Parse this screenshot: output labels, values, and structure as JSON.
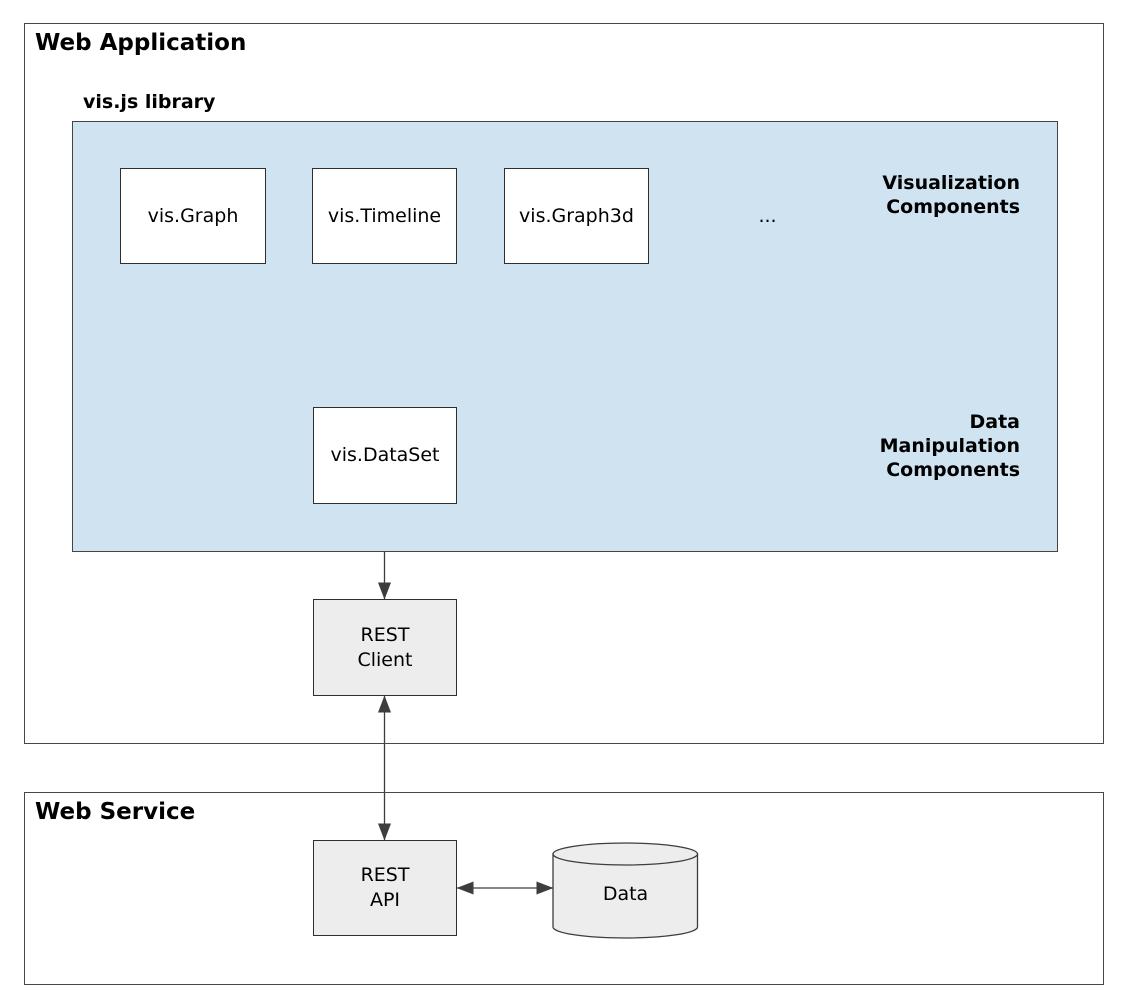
{
  "titles": {
    "web_application": "Web Application",
    "vis_library": "vis.js library",
    "web_service": "Web Service"
  },
  "section_labels": {
    "visualization": "Visualization\nComponents",
    "data_manipulation": "Data\nManipulation\nComponents"
  },
  "nodes": {
    "vis_graph": "vis.Graph",
    "vis_timeline": "vis.Timeline",
    "vis_graph3d": "vis.Graph3d",
    "more": "...",
    "dataset": "vis.DataSet",
    "rest_client": "REST\nClient",
    "rest_api": "REST\nAPI",
    "data_store": "Data"
  },
  "connectors": [
    {
      "from": "vis.Graph",
      "to": "vis.DataSet",
      "bidirectional": true
    },
    {
      "from": "vis.Timeline",
      "to": "vis.DataSet",
      "bidirectional": true
    },
    {
      "from": "vis.Graph3d",
      "to": "vis.DataSet",
      "bidirectional": true
    },
    {
      "from": "...",
      "to": "vis.DataSet",
      "bidirectional": true
    },
    {
      "from": "vis.DataSet",
      "to": "REST Client",
      "bidirectional": true
    },
    {
      "from": "REST Client",
      "to": "REST API",
      "bidirectional": true
    },
    {
      "from": "REST API",
      "to": "Data",
      "bidirectional": true
    }
  ],
  "colors": {
    "library_fill": "#cfe3f1",
    "node_fill": "#ffffff",
    "service_node_fill": "#ededed",
    "line": "#3d3d3d",
    "outer_border": "#474747"
  }
}
